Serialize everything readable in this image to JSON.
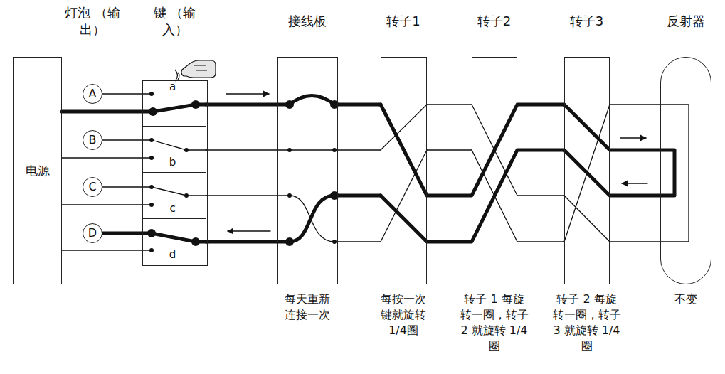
{
  "diagram": {
    "nodes": [
      {
        "text": [
          "电源"
        ]
      },
      {
        "text": [
          "A"
        ]
      },
      {
        "text": [
          "B"
        ]
      },
      {
        "text": [
          "C"
        ]
      },
      {
        "text": [
          "D"
        ]
      },
      {
        "text": [
          "键 （输入）"
        ]
      },
      {
        "text": [
          "a"
        ],
        "in": 5
      },
      {
        "text": [
          "b"
        ],
        "in": 5
      },
      {
        "text": [
          "c"
        ],
        "in": 5
      },
      {
        "text": [
          "d"
        ],
        "in": 5
      },
      {
        "text": [
          "接线板",
          "每天重新连接一次"
        ]
      },
      {
        "text": [
          "转子1",
          "每按一次键就旋转1/4圈"
        ]
      },
      {
        "text": [
          "转子2",
          "转子 1 每旋转一圈，转子 2 就旋转 1/4 圈"
        ]
      },
      {
        "text": [
          "转子3",
          "转子 2 每旋转一圈，转子 3 就旋转 1/4 圈"
        ]
      },
      {
        "text": [
          "反射器",
          "不变"
        ]
      }
    ],
    "edges": [
      {
        "from": 1,
        "to": 6,
        "arrow": "none"
      },
      {
        "from": 2,
        "to": 7,
        "arrow": "none"
      },
      {
        "from": 3,
        "to": 8,
        "arrow": "none"
      },
      {
        "from": 4,
        "to": 9,
        "arrow": "none"
      },
      {
        "from": 6,
        "to": 10,
        "arrow": "none"
      },
      {
        "from": 7,
        "to": 10,
        "arrow": "none"
      },
      {
        "from": 8,
        "to": 10,
        "arrow": "none"
      },
      {
        "from": 9,
        "to": 10,
        "arrow": "none"
      }
    ],
    "labels": [
      "灯泡 （输出）"
    ]
  }
}
